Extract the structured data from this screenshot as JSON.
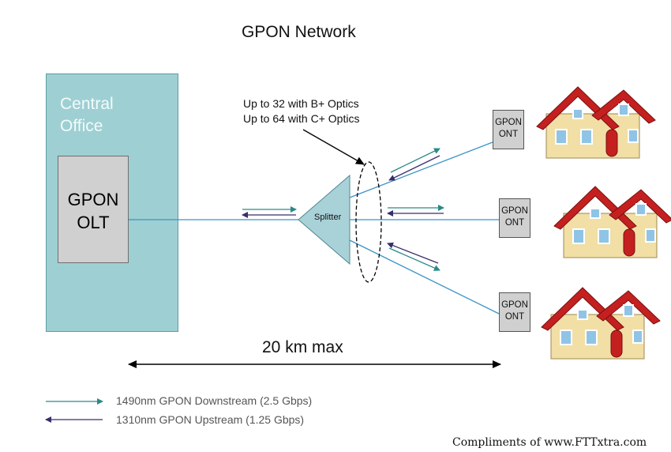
{
  "title": "GPON Network",
  "central_office": {
    "label": "Central\nOffice"
  },
  "olt": {
    "label": "GPON\nOLT"
  },
  "splitter": {
    "label": "Splitter",
    "note_line1": "Up to 32 with B+ Optics",
    "note_line2": "Up to 64 with C+ Optics"
  },
  "onts": [
    {
      "label": "GPON\nONT"
    },
    {
      "label": "GPON\nONT"
    },
    {
      "label": "GPON\nONT"
    }
  ],
  "distance_label": "20 km max",
  "legend": {
    "downstream": "1490nm GPON Downstream (2.5 Gbps)",
    "upstream": "1310nm GPON Upstream (1.25 Gbps)"
  },
  "credit": "Compliments of www.FTTxtra.com",
  "colors": {
    "fiber": "#3b93c7",
    "downstream_arrow": "#2a8a86",
    "upstream_arrow": "#3a2d6b",
    "central_office_fill": "#9ecfd3",
    "splitter_fill": "#a9d2d8",
    "roof": "#c42020",
    "wall": "#f1dfa6"
  }
}
